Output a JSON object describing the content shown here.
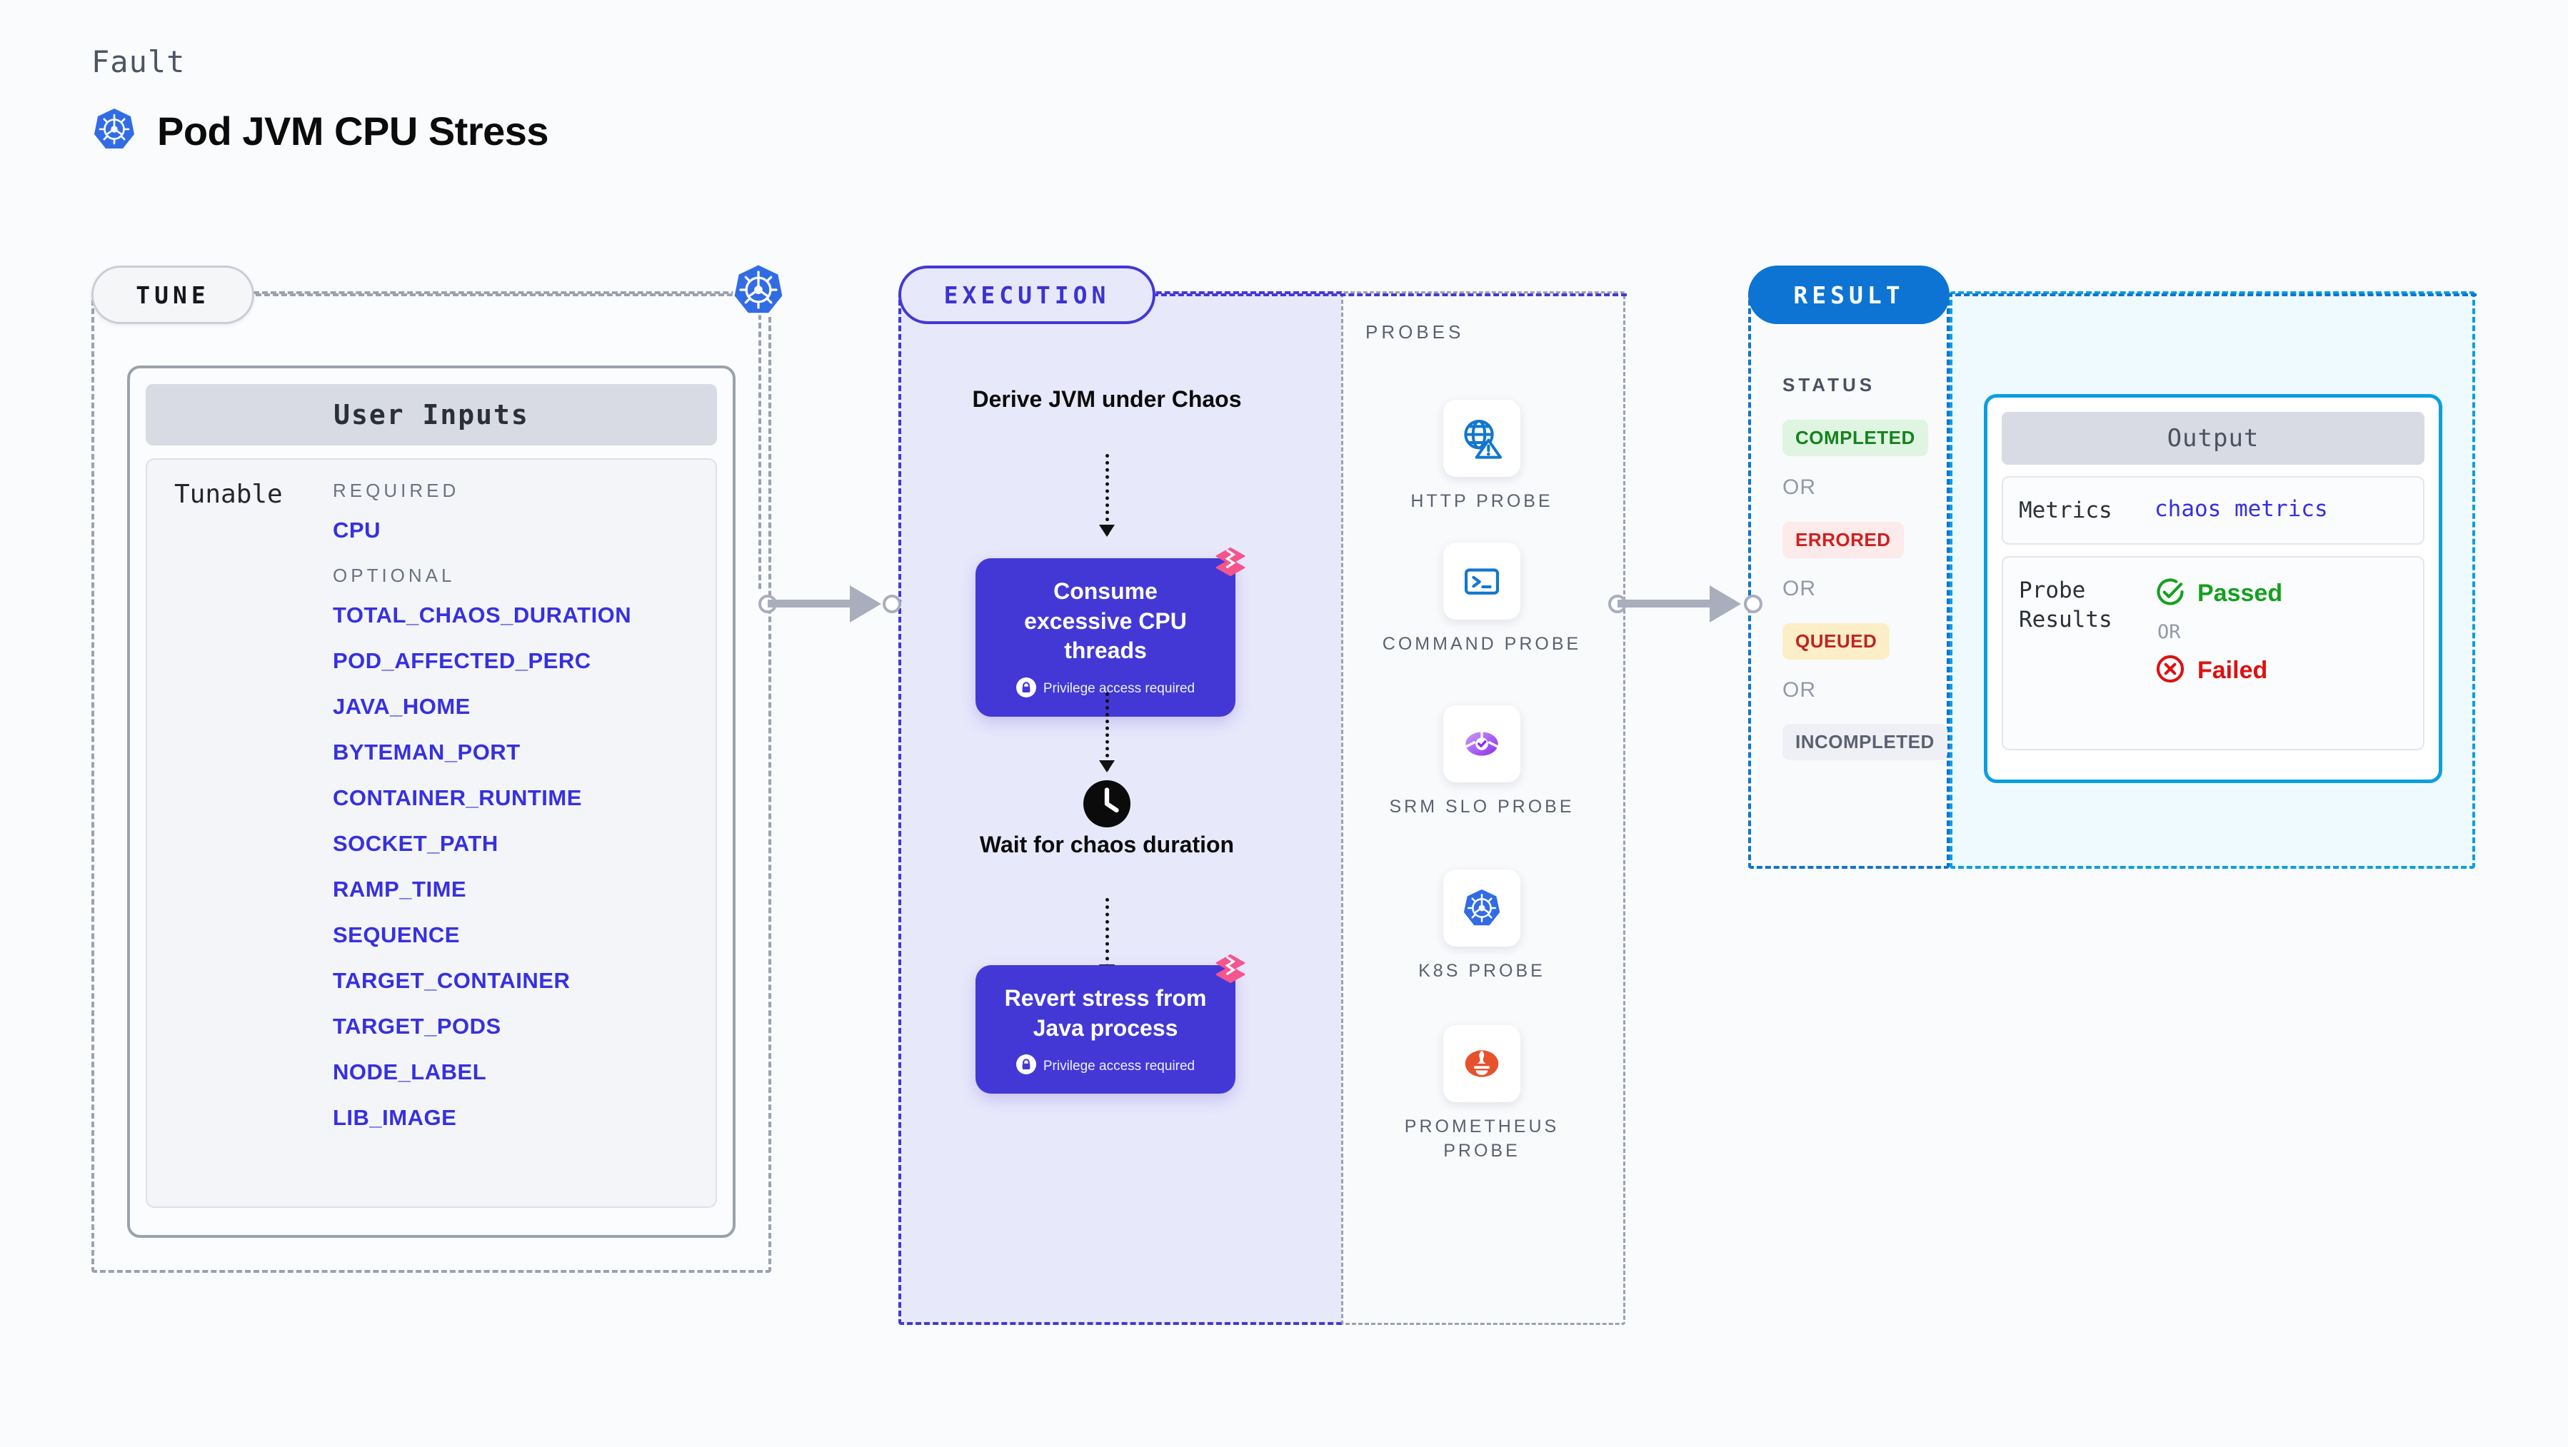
{
  "header": {
    "eyebrow": "Fault",
    "title": "Pod JVM CPU Stress",
    "icon": "kubernetes-icon"
  },
  "stages": {
    "tune": {
      "label": "TUNE"
    },
    "execution": {
      "label": "EXECUTION"
    },
    "probes": {
      "label": "PROBES"
    },
    "result": {
      "label": "RESULT"
    }
  },
  "tune": {
    "card_title": "User Inputs",
    "tunable_label": "Tunable",
    "required_heading": "REQUIRED",
    "optional_heading": "OPTIONAL",
    "required_params": [
      "CPU"
    ],
    "optional_params": [
      "TOTAL_CHAOS_DURATION",
      "POD_AFFECTED_PERC",
      "JAVA_HOME",
      "BYTEMAN_PORT",
      "CONTAINER_RUNTIME",
      "SOCKET_PATH",
      "RAMP_TIME",
      "SEQUENCE",
      "TARGET_CONTAINER",
      "TARGET_PODS",
      "NODE_LABEL",
      "LIB_IMAGE"
    ]
  },
  "execution": {
    "intro_text": "Derive JVM under Chaos",
    "steps": [
      {
        "title": "Consume excessive CPU threads",
        "privilege_note": "Privilege access required",
        "badge": "harness-logo-icon"
      },
      {
        "title": "Revert stress from Java process",
        "privilege_note": "Privilege access required",
        "badge": "harness-logo-icon"
      }
    ],
    "wait_text": "Wait for chaos duration",
    "wait_icon": "clock-icon"
  },
  "probes": [
    {
      "name": "HTTP PROBE",
      "icon": "globe-warning-icon"
    },
    {
      "name": "COMMAND PROBE",
      "icon": "terminal-icon"
    },
    {
      "name": "SRM SLO PROBE",
      "icon": "srm-slo-icon"
    },
    {
      "name": "K8S PROBE",
      "icon": "kubernetes-icon"
    },
    {
      "name": "PROMETHEUS PROBE",
      "icon": "prometheus-icon"
    }
  ],
  "result": {
    "status_label": "STATUS",
    "or_label": "OR",
    "statuses": [
      {
        "label": "COMPLETED",
        "bg": "#dff5e1",
        "color": "#15831f"
      },
      {
        "label": "ERRORED",
        "bg": "#fdeaea",
        "color": "#cf2020"
      },
      {
        "label": "QUEUED",
        "bg": "#fcefc7",
        "color": "#c02424"
      },
      {
        "label": "INCOMPLETED",
        "bg": "#eef0f5",
        "color": "#5b6170"
      }
    ]
  },
  "output": {
    "title": "Output",
    "metrics_key": "Metrics",
    "metrics_value": "chaos metrics",
    "probe_results_key": "Probe Results",
    "or_label": "OR",
    "passed_label": "Passed",
    "failed_label": "Failed",
    "passed_color": "#15a020",
    "failed_color": "#dd1111"
  },
  "colors": {
    "accent_purple": "#4338d6",
    "accent_blue": "#0d74d4",
    "accent_cyan": "#0d9ee0",
    "param_blue": "#3730e0",
    "pink": "#f4558f"
  }
}
